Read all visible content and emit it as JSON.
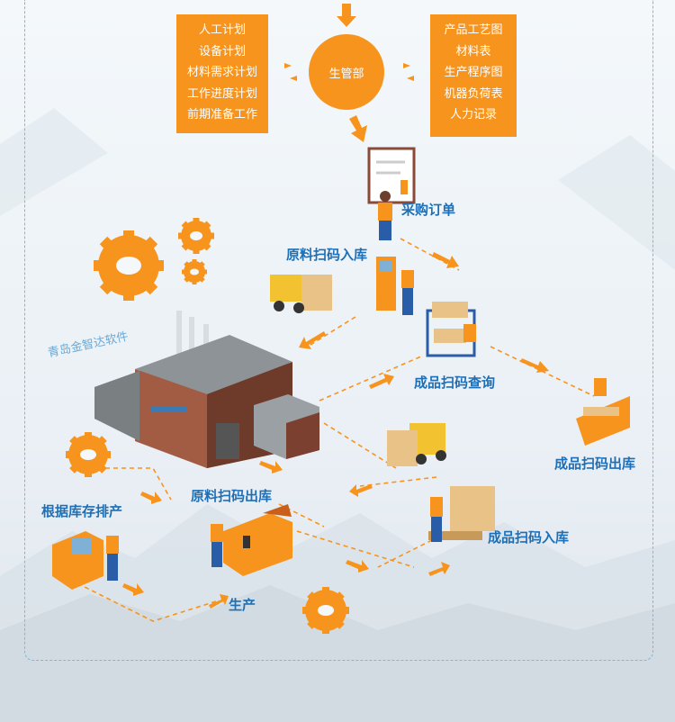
{
  "left_plan_items": [
    "人工计划",
    "设备计划",
    "材料需求计划",
    "工作进度计划",
    "前期准备工作"
  ],
  "center_node": "生管部",
  "right_doc_items": [
    "产品工艺图",
    "材料表",
    "生产程序图",
    "机器负荷表",
    "人力记录"
  ],
  "labels": {
    "purchase_order": "采购订单",
    "raw_scan_in": "原料扫码入库",
    "product_scan_query": "成品扫码查询",
    "product_scan_out": "成品扫码出库",
    "raw_scan_out": "原料扫码出库",
    "schedule_by_stock": "根据库存排产",
    "production": "生产",
    "product_scan_in": "成品扫码入库"
  },
  "brand": "青岛金智达软件",
  "colors": {
    "accent": "#f7941d",
    "label_blue": "#1e6fb5",
    "frame_dash": "#7fb7dc"
  }
}
